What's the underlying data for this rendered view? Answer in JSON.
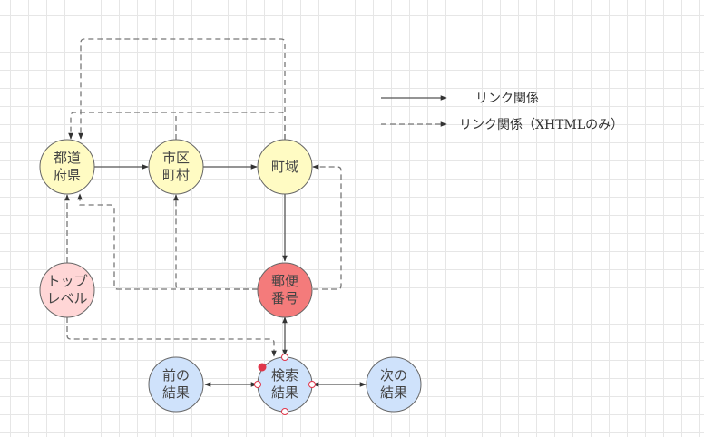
{
  "nodes": {
    "todofuken": "都道\n府県",
    "shikuchoson": "市区\n町村",
    "choiki": "町域",
    "toplevel": "トップ\nレベル",
    "yubinbango": "郵便\n番号",
    "mae_no_kekka": "前の\n結果",
    "kensaku_kekka": "検索\n結果",
    "tsugi_no_kekka": "次の\n結果"
  },
  "legend": {
    "solid_label": "リンク関係",
    "dashed_label": "リンク関係（XHTMLのみ）"
  },
  "colors": {
    "yellow_fill": "#fffbc3",
    "pink_fill": "#ffd6d6",
    "red_fill": "#f47b7b",
    "blue_fill": "#cfe2fb",
    "stroke": "#666666",
    "edge": "#555555",
    "selection_handle": "#e0364a"
  }
}
